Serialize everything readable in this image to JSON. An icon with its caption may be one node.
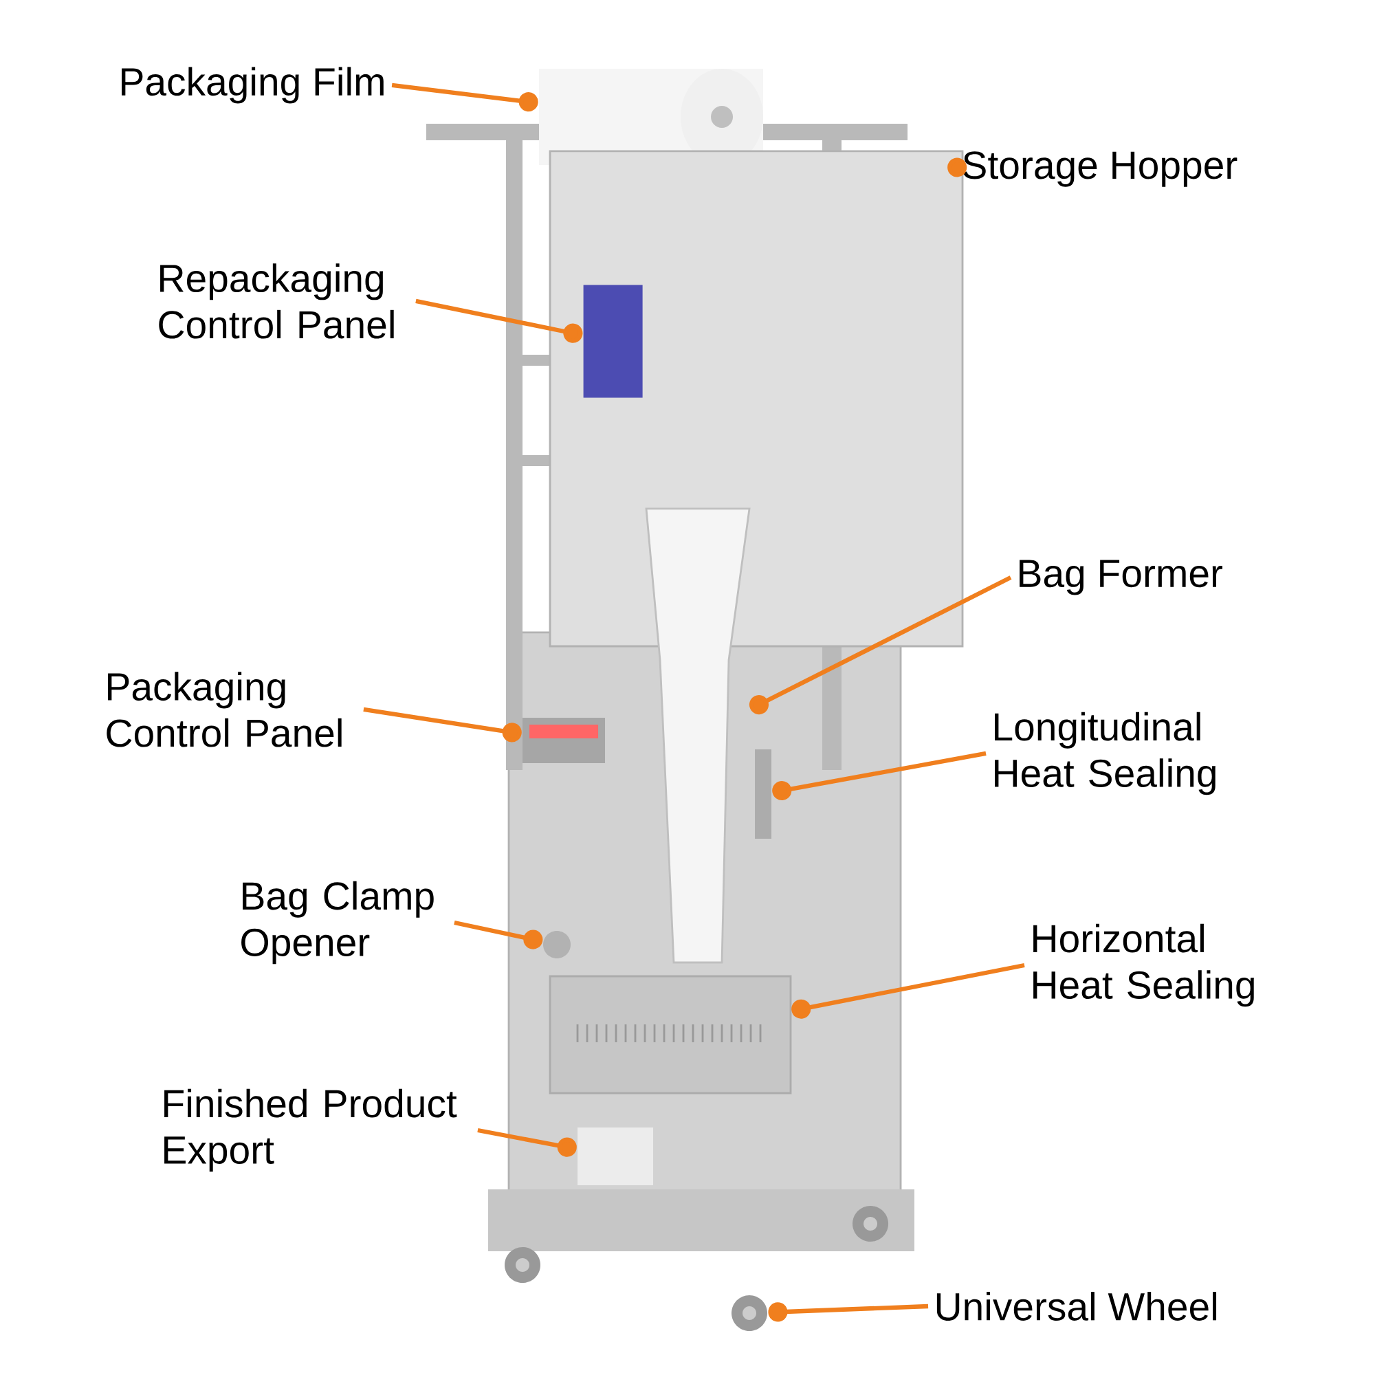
{
  "diagram": {
    "nodes": [
      {
        "text": [
          "Packaging Film"
        ]
      },
      {
        "text": [
          "Storage Hopper"
        ]
      },
      {
        "text": [
          "Repackaging Control Panel"
        ]
      },
      {
        "text": [
          "Bag Former"
        ]
      },
      {
        "text": [
          "Packaging Control Panel"
        ]
      },
      {
        "text": [
          "Longitudinal Heat Sealing"
        ]
      },
      {
        "text": [
          "Bag Clamp Opener"
        ]
      },
      {
        "text": [
          "Horizontal Heat Sealing"
        ]
      },
      {
        "text": [
          "Finished Product Export"
        ]
      },
      {
        "text": [
          "Universal Wheel"
        ]
      },
      {
        "text": [],
        "shape": "cylinder"
      },
      {
        "text": [],
        "shape": "box"
      },
      {
        "text": [],
        "shape": "box",
        "in": 11
      },
      {
        "text": [],
        "shape": "box"
      },
      {
        "text": [],
        "shape": "box"
      },
      {
        "text": [],
        "shape": "bar"
      },
      {
        "text": [],
        "shape": "circle"
      },
      {
        "text": [],
        "shape": "box"
      },
      {
        "text": [],
        "shape": "box"
      },
      {
        "text": [],
        "shape": "circle"
      },
      {
        "text": [],
        "shape": "circle"
      },
      {
        "text": [],
        "shape": "circle"
      }
    ],
    "edges": [
      {
        "from": 0,
        "to": 10,
        "arrow": "other"
      },
      {
        "from": 1,
        "to": 11,
        "arrow": "other"
      },
      {
        "from": 2,
        "to": 12,
        "arrow": "other"
      },
      {
        "from": 3,
        "to": 13,
        "arrow": "other"
      },
      {
        "from": 4,
        "to": 14,
        "arrow": "other"
      },
      {
        "from": 5,
        "to": 15,
        "arrow": "other"
      },
      {
        "from": 6,
        "to": 16,
        "arrow": "other"
      },
      {
        "from": 7,
        "to": 17,
        "arrow": "other"
      },
      {
        "from": 8,
        "to": 18,
        "arrow": "other"
      },
      {
        "from": 9,
        "to": 21,
        "arrow": "other"
      }
    ]
  }
}
